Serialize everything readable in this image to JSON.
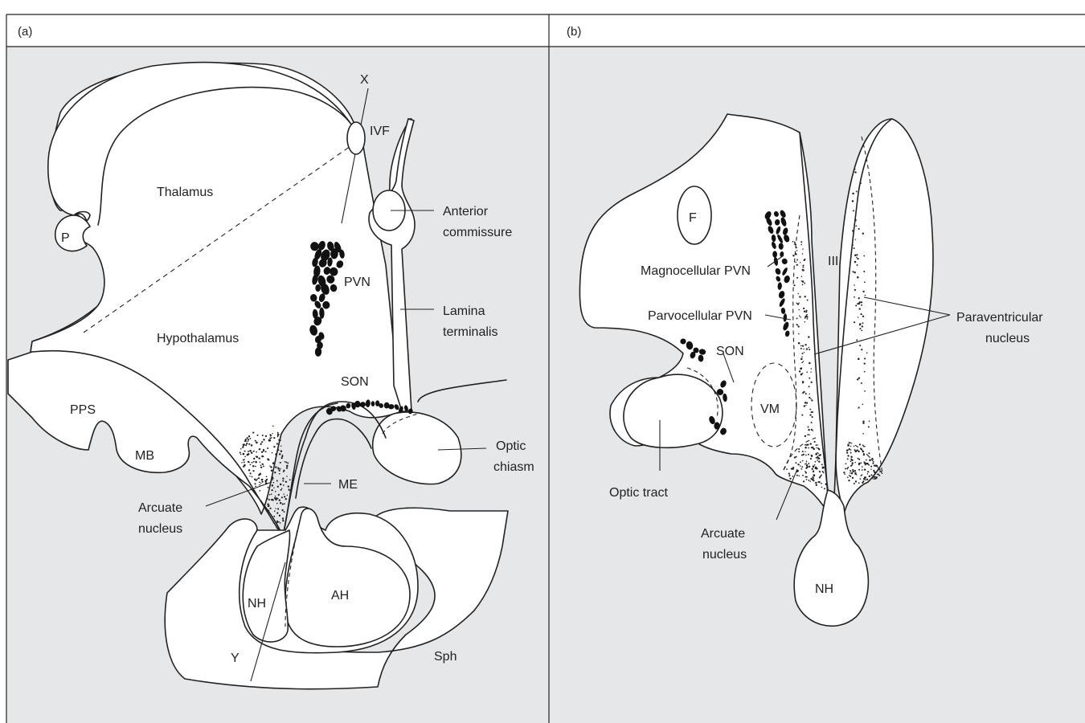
{
  "colors": {
    "background": "#e6e7e9",
    "tissue": "#ffffff",
    "ink": "#222222"
  },
  "panel_a": {
    "tag": "(a)",
    "labels": {
      "x": "X",
      "ivf": "IVF",
      "thalamus": "Thalamus",
      "p": "P",
      "anterior_commissure_1": "Anterior",
      "anterior_commissure_2": "commissure",
      "pvn": "PVN",
      "hypothalamus": "Hypothalamus",
      "lamina_terminalis_1": "Lamina",
      "lamina_terminalis_2": "terminalis",
      "son": "SON",
      "pps": "PPS",
      "mb": "MB",
      "optic_chiasm_1": "Optic",
      "optic_chiasm_2": "chiasm",
      "me": "ME",
      "arcuate_1": "Arcuate",
      "arcuate_2": "nucleus",
      "nh": "NH",
      "ah": "AH",
      "y": "Y",
      "sph": "Sph"
    }
  },
  "panel_b": {
    "tag": "(b)",
    "labels": {
      "f": "F",
      "iii": "III",
      "magnocellular_pvn": "Magnocellular PVN",
      "parvocellular_pvn": "Parvocellular PVN",
      "paraventricular_1": "Paraventricular",
      "paraventricular_2": "nucleus",
      "son": "SON",
      "vm": "VM",
      "optic_tract": "Optic tract",
      "arcuate_1": "Arcuate",
      "arcuate_2": "nucleus",
      "nh": "NH"
    }
  }
}
